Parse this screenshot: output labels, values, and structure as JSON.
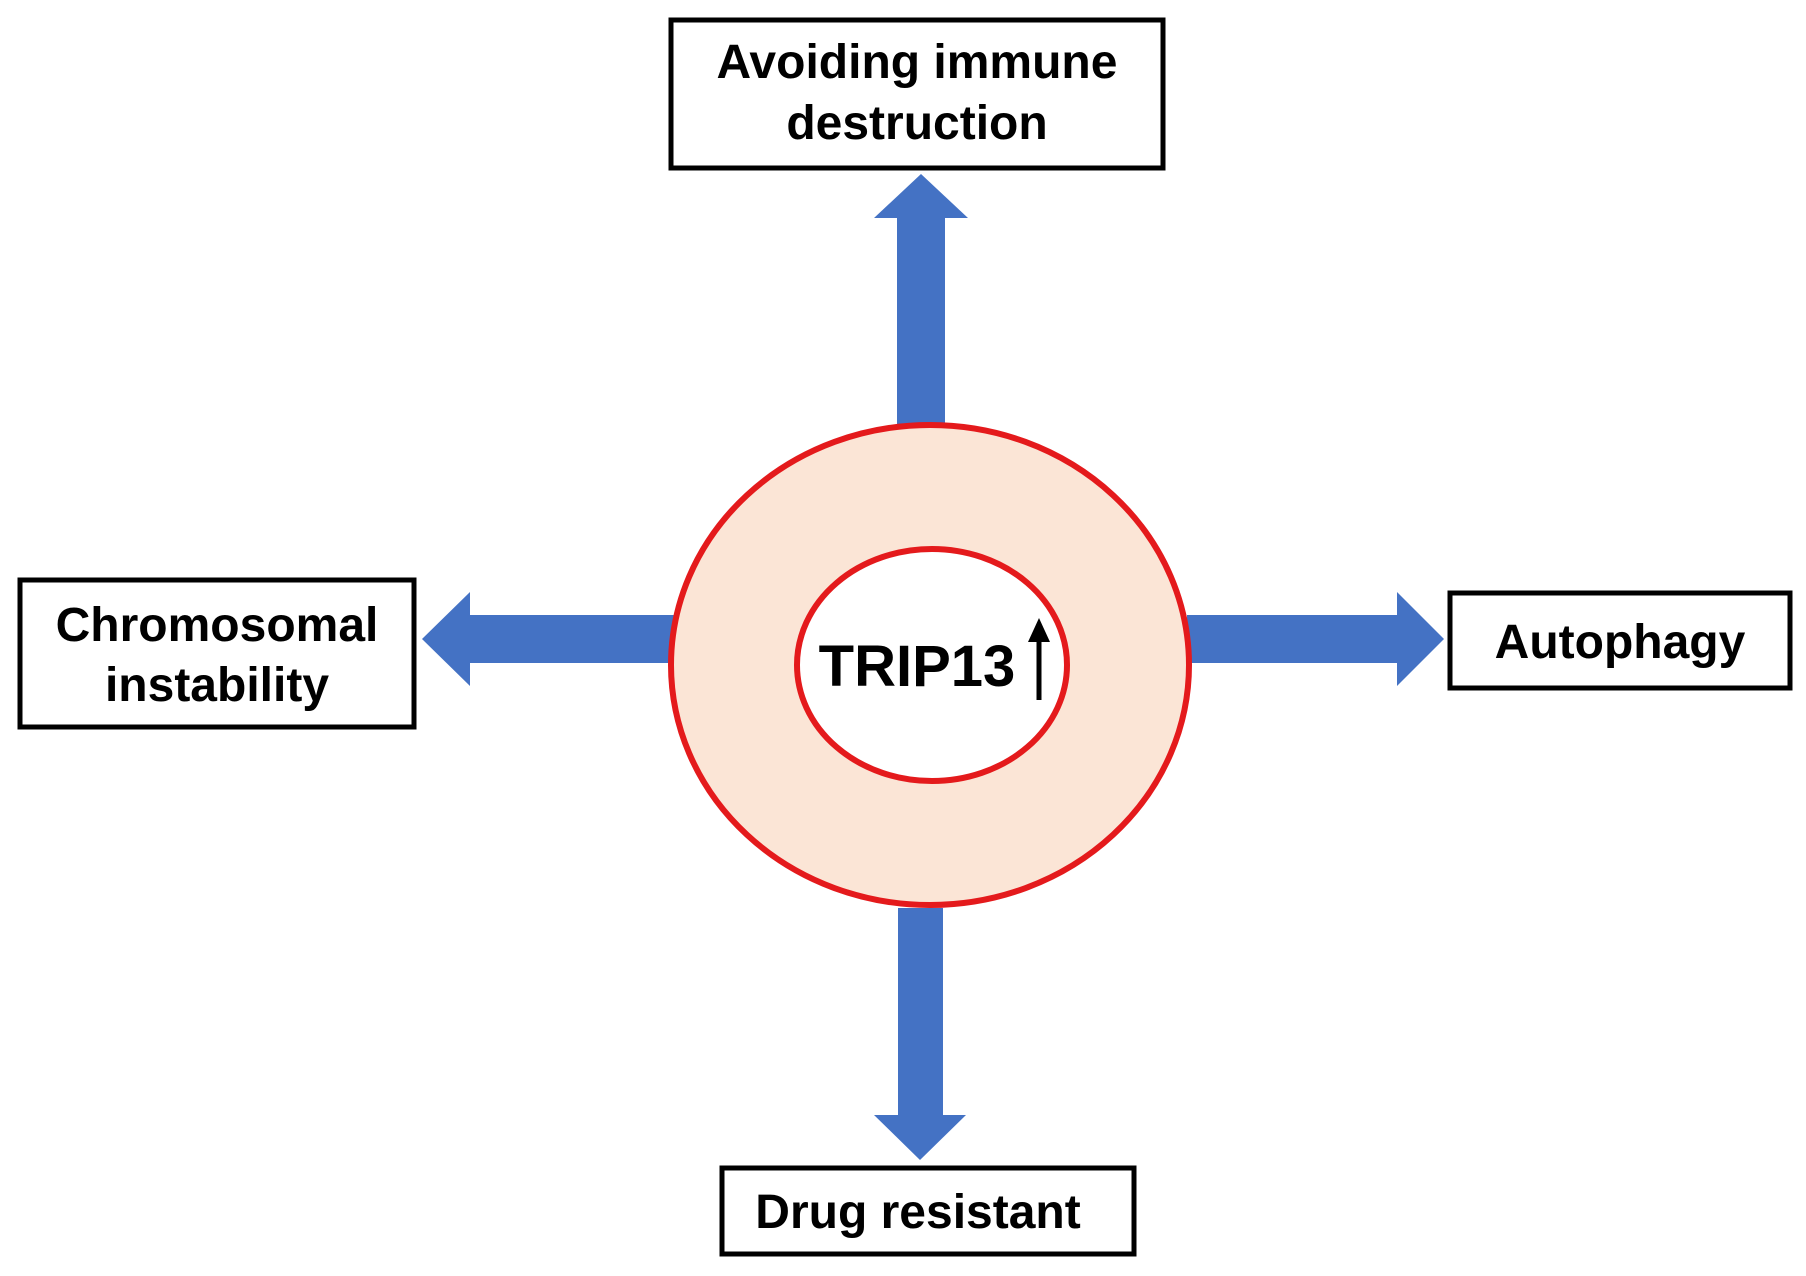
{
  "center": {
    "label": "TRIP13",
    "indicator_icon": "up-arrow-icon"
  },
  "outcomes": {
    "top": {
      "line1": "Avoiding immune",
      "line2": "destruction"
    },
    "left": {
      "line1": "Chromosomal",
      "line2": "instability"
    },
    "right": {
      "label": "Autophagy"
    },
    "bottom": {
      "label": "Drug resistant"
    }
  },
  "colors": {
    "arrow": "#4472C4",
    "ring_stroke": "#E41A1C",
    "ring_fill": "#FBE5D6",
    "inner_fill": "#FFFFFF",
    "box_stroke": "#000000",
    "text": "#000000"
  }
}
